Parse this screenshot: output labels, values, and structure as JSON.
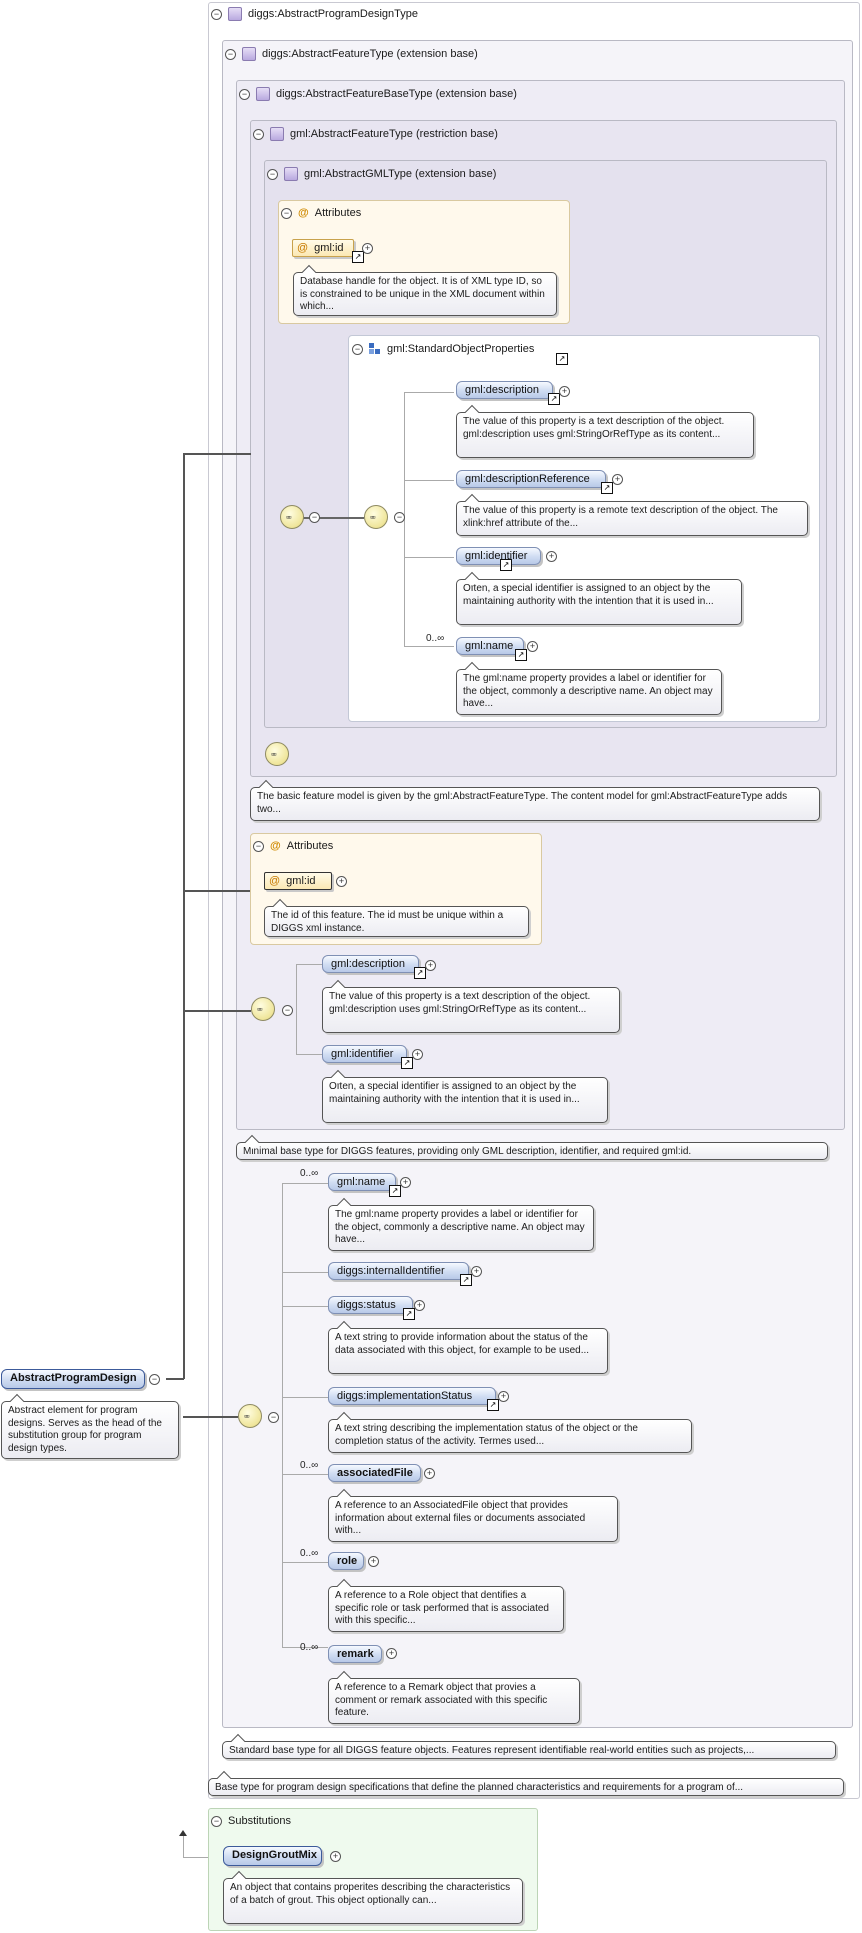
{
  "root_type": {
    "label": "diggs:AbstractProgramDesignType"
  },
  "feature_type": {
    "label": "diggs:AbstractFeatureType (extension base)"
  },
  "feature_base_type": {
    "label": "diggs:AbstractFeatureBaseType (extension base)"
  },
  "gml_feature_type": {
    "label": "gml:AbstractFeatureType (restriction base)"
  },
  "gml_type": {
    "label": "gml:AbstractGMLType (extension base)"
  },
  "attributes_1": {
    "title": "Attributes",
    "id_label": "gml:id",
    "id_desc": "Database handle for the object. It is of XML type ID, so is constrained to be unique in the XML document within which..."
  },
  "std_props": {
    "title": "gml:StandardObjectProperties",
    "items": [
      {
        "label": "gml:description",
        "occurs": "",
        "desc": "The value of this property is a text description of the object. gml:description uses gml:StringOrRefType as its content..."
      },
      {
        "label": "gml:descriptionReference",
        "occurs": "",
        "desc": "The value of this property is a remote text description of the object. The xlink:href attribute of the..."
      },
      {
        "label": "gml:identifier",
        "occurs": "",
        "desc": "Often, a special identifier is assigned to an object by the maintaining authority with the intention that it is used in..."
      },
      {
        "label": "gml:name",
        "occurs": "0..∞",
        "desc": "The gml:name property provides a label or identifier for the object, commonly a descriptive name. An object may have..."
      }
    ]
  },
  "gml_feature_desc": "The basic feature model is given by the gml:AbstractFeatureType. The content model for gml:AbstractFeatureType adds two...",
  "attributes_2": {
    "title": "Attributes",
    "id_label": "gml:id",
    "id_desc": "The id of this feature. The id must be unique within a DIGGS xml instance."
  },
  "base_seq": {
    "items": [
      {
        "label": "gml:description",
        "desc": "The value of this property is a text description of the object. gml:description uses gml:StringOrRefType as its content..."
      },
      {
        "label": "gml:identifier",
        "desc": "Often, a special identifier is assigned to an object by the maintaining authority with the intention that it is used in..."
      }
    ]
  },
  "feature_base_desc": "Minimal base type for DIGGS features, providing only GML description, identifier, and required gml:id.",
  "feature_seq": {
    "items": [
      {
        "label": "gml:name",
        "occurs": "0..∞",
        "desc": "The gml:name property provides a label or identifier for the object, commonly a descriptive name. An object may have..."
      },
      {
        "label": "diggs:internalIdentifier",
        "occurs": "",
        "desc": ""
      },
      {
        "label": "diggs:status",
        "occurs": "",
        "desc": "A text string to provide information about the status of the data associated with this object, for example to be used..."
      },
      {
        "label": "diggs:implementationStatus",
        "occurs": "",
        "desc": "A text string describing the implementation status of the object or the completion status of the activity. Termes used..."
      },
      {
        "label": "associatedFile",
        "occurs": "0..∞",
        "desc": "A reference to an AssociatedFile object that provides information about external files or documents associated with..."
      },
      {
        "label": "role",
        "occurs": "0..∞",
        "desc": "A reference to a Role object that dentifies a specific role or task performed that is associated with this specific..."
      },
      {
        "label": "remark",
        "occurs": "0..∞",
        "desc": "A reference to a Remark object that provies a comment or remark associated with this specific feature."
      }
    ]
  },
  "feature_desc": "Standard base type for all DIGGS feature objects. Features represent identifiable real-world entities such as projects,...",
  "root_desc": "Base type for program design specifications that define the planned characteristics and requirements for a program of...",
  "root_element": {
    "label": "AbstractProgramDesign",
    "desc": "Abstract element for program designs. Serves as the head of the substitution group for program design types."
  },
  "substitutions": {
    "title": "Substitutions",
    "item_label": "DesignGroutMix",
    "item_desc": "An object that contains properites describing the characteristics of a batch of grout. This object optionally can..."
  }
}
